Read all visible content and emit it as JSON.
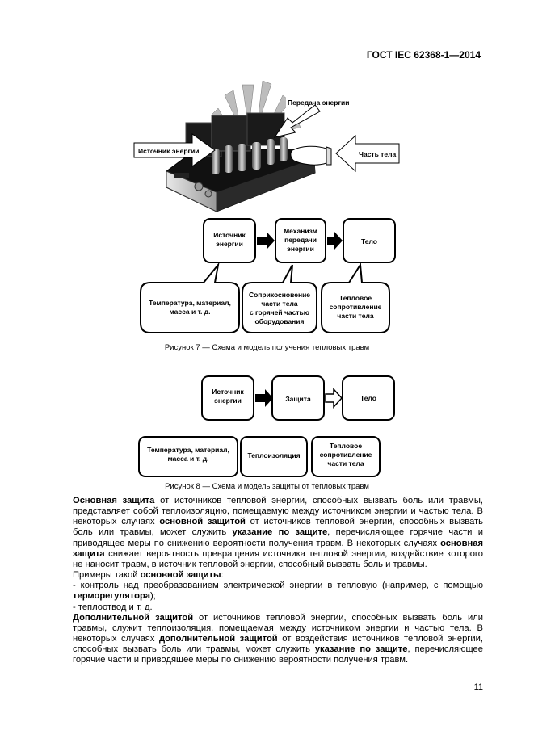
{
  "header": {
    "standard": "ГОСТ IEC 62368-1—2014"
  },
  "figure7": {
    "photo_labels": {
      "energy_transfer": "Передача энергии",
      "energy_source": "Источник энергии",
      "body_part": "Часть тела"
    },
    "boxes": {
      "source": [
        "Источник",
        "энергии"
      ],
      "mechanism": [
        "Механизм",
        "передачи",
        "энергии"
      ],
      "body": [
        "Тело"
      ]
    },
    "callouts": {
      "c1": [
        "Температура, материал,",
        "масса и т. д."
      ],
      "c2": [
        "Соприкосновение",
        "части тела",
        "с горячей частью",
        "оборудования"
      ],
      "c3": [
        "Тепловое",
        "сопротивление",
        "части тела"
      ]
    },
    "caption": "Рисунок 7 — Схема и модель получения тепловых травм"
  },
  "figure8": {
    "boxes": {
      "source": [
        "Источник",
        "энергии"
      ],
      "protection": [
        "Защита"
      ],
      "body": [
        "Тело"
      ]
    },
    "labels": {
      "l1": [
        "Температура, материал,",
        "масса и т. д."
      ],
      "l2": [
        "Теплоизоляция"
      ],
      "l3": [
        "Тепловое",
        "сопротивление",
        "части тела"
      ]
    },
    "caption": "Рисунок 8 — Схема и модель защиты от тепловых травм"
  },
  "text": {
    "p1": {
      "b1": "Основная защита",
      "t1": " от источников тепловой энергии, способных вызвать боль или травмы, представляет собой теплоизоляцию, помещаемую между источником энергии и частью тела. В некоторых случаях ",
      "b2": "основной защитой",
      "t2": " от источников тепловой энергии, способных вызвать боль или травмы, может служить ",
      "b3": "указание по защите",
      "t3": ", перечисляющее горячие части и приводящее меры по снижению вероятности получения травм. В некоторых случаях ",
      "b4": "основная защита",
      "t4": " снижает вероятность превращения источника тепловой энергии, воздействие которого не наносит травм, в источник тепловой энергии, способный вызвать боль и травмы."
    },
    "p2": {
      "t1": "Примеры такой ",
      "b1": "основной защиты",
      "t2": ":"
    },
    "li1": {
      "t1": "-  контроль над преобразованием электрической энергии в тепловую (например, с помощью ",
      "b1": "терморегулятора",
      "t2": ");"
    },
    "li2": {
      "t1": "-  теплоотвод и т. д."
    },
    "p3": {
      "b1": "Дополнительной защитой",
      "t1": " от источников тепловой энергии, способных вызвать боль или травмы, служит теплоизоляция, помещаемая между источником энергии и частью тела. В некоторых случаях ",
      "b2": "дополнительной защитой",
      "t2": " от воздействия источников тепловой энергии, способных вызвать боль или травмы, может служить ",
      "b3": "указание по защите",
      "t3": ", перечисляющее горячие части и приводящее меры по снижению вероятности получения травм."
    }
  },
  "page_number": "11"
}
